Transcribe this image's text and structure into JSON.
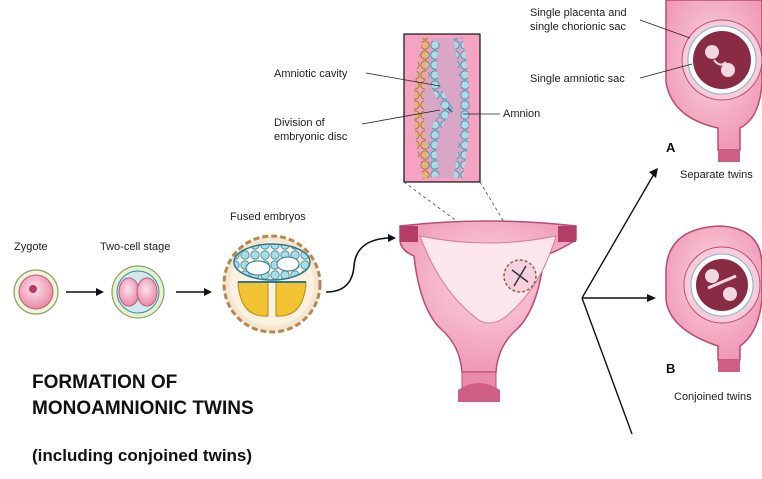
{
  "stages": {
    "zygote": "Zygote",
    "two_cell": "Two-cell stage",
    "fused": "Fused embryos"
  },
  "inset": {
    "amniotic_cavity": "Amniotic cavity",
    "division_line1": "Division of",
    "division_line2": "embryonic disc",
    "amnion": "Amnion"
  },
  "outcomes": {
    "placenta_line1": "Single placenta and",
    "placenta_line2": "single chorionic sac",
    "amniotic_sac": "Single amniotic sac",
    "letter_a": "A",
    "caption_a": "Separate twins",
    "letter_b": "B",
    "caption_b": "Conjoined twins"
  },
  "title": {
    "line1": "FORMATION OF",
    "line2": "MONOAMNIONIC TWINS",
    "subtitle": "(including conjoined twins)"
  },
  "colors": {
    "uterus": "#f2a6bd",
    "uterus_dark": "#c94f76",
    "amnion_blue": "#9fd6e2",
    "yolk": "#f1c232",
    "tan": "#d9a468",
    "inset_bg": "#f7b6cf"
  }
}
